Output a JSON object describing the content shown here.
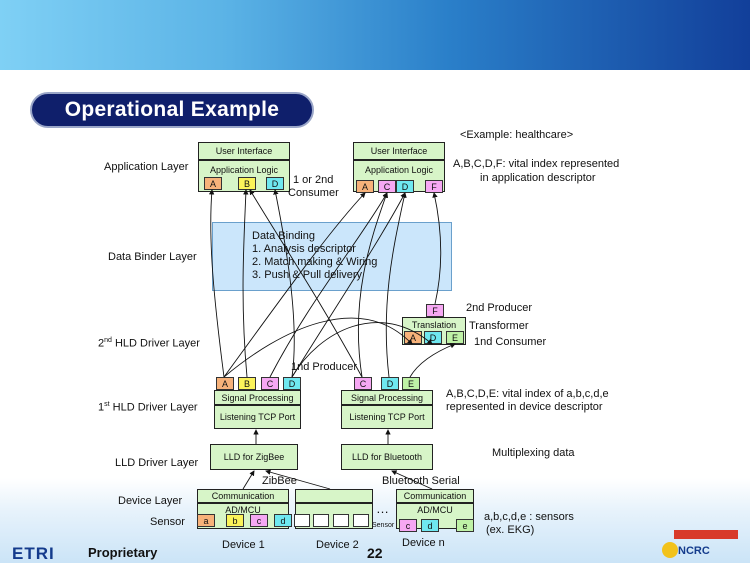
{
  "slide": {
    "title": "Operational Example",
    "example_note": "<Example: healthcare>",
    "page_number": "22",
    "footer_label": "Proprietary",
    "logo_text_left": "ETRI",
    "logo_text_right": "NCRC"
  },
  "layers": {
    "application": "Application Layer",
    "binder": "Data Binder Layer",
    "hld2_prefix": "2",
    "hld2_sup": "nd",
    "hld2_suffix": " HLD Driver Layer",
    "hld1_prefix": "1",
    "hld1_sup": "st",
    "hld1_suffix": " HLD Driver Layer",
    "lld": "LLD Driver Layer",
    "device": "Device Layer",
    "sensor": "Sensor"
  },
  "boxes": {
    "user_interface": "User Interface",
    "app_logic": "Application Logic",
    "translation": "Translation",
    "signal_processing": "Signal Processing",
    "listening_tcp": "Listening TCP Port",
    "lld_zigbee": "LLD for ZigBee",
    "lld_bluetooth": "LLD for Bluetooth",
    "communication": "Communication",
    "ad_mcu": "AD/MCU",
    "sensor_small": "Sensor"
  },
  "tags": {
    "app1": [
      "A",
      "B",
      "D"
    ],
    "app2": [
      "A",
      "C",
      "D",
      "F"
    ],
    "translation_top": "F",
    "translation_bottom": [
      "A",
      "D",
      "E"
    ],
    "hld1_left": [
      "A",
      "B",
      "C",
      "D"
    ],
    "hld1_right": [
      "C",
      "D",
      "E"
    ],
    "device1": [
      "a",
      "b",
      "c",
      "d"
    ],
    "devicen": [
      "c",
      "d",
      "e"
    ]
  },
  "binder": {
    "line1": "Data Binding",
    "line2": "1. Analysis descriptor",
    "line3": "2. Match making & Wiring",
    "line4": "3. Push & Pull delivery"
  },
  "annotations": {
    "consumer_line1": "1 or 2nd",
    "consumer_line2": "Consumer",
    "vital_app_line1": "A,B,C,D,F: vital index represented",
    "vital_app_line2": "in application descriptor",
    "second_producer": "2nd Producer",
    "transformer": "Transformer",
    "first_consumer": "1nd Consumer",
    "first_producer": "1nd Producer",
    "vital_dev_line1": "A,B,C,D,E: vital index  of a,b,c,d,e",
    "vital_dev_line2": "represented in device descriptor",
    "multiplexing": "Multiplexing data",
    "zigbee": "ZibBee",
    "bt_serial": "Bluetooth Serial",
    "ellipsis": "…",
    "sensors_line1": "a,b,c,d,e : sensors",
    "sensors_line2": "(ex. EKG)"
  },
  "devices": {
    "d1": "Device 1",
    "d2": "Device 2",
    "dn": "Device n"
  },
  "colors": {
    "title_bg": "#0f1f6b",
    "box_green": "#d7f5c8",
    "binder_blue": "#cbe6fb",
    "tag_orange": "#f7b27a",
    "tag_yellow": "#fbf35a",
    "tag_pink": "#f6a8f3",
    "tag_cyan": "#6fe8f0",
    "tag_green": "#bff2a6"
  }
}
